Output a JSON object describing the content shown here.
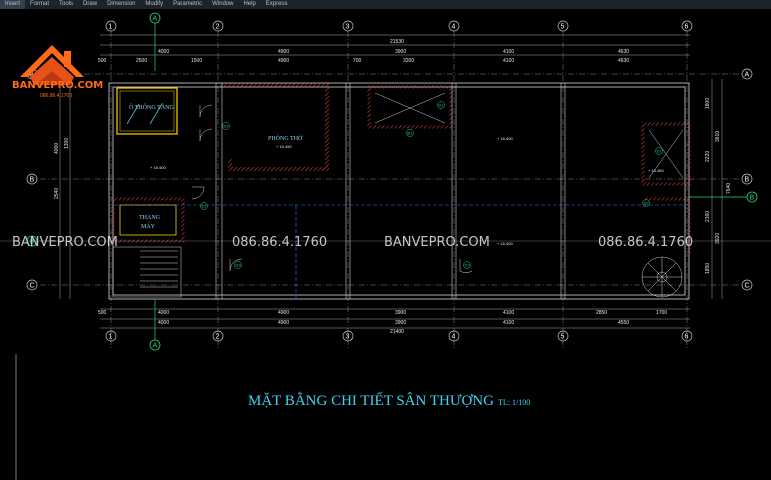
{
  "menu": [
    "Insert",
    "Format",
    "Tools",
    "Draw",
    "Dimension",
    "Modify",
    "Parametric",
    "Window",
    "Help",
    "Express"
  ],
  "grid": {
    "columns": [
      "1",
      "2",
      "3",
      "4",
      "5",
      "6"
    ],
    "rows": [
      "A",
      "B",
      "C"
    ],
    "extra_axis": "A"
  },
  "dims": {
    "overall_top": "21530",
    "top_row1": [
      "4000",
      "4900",
      "3900",
      "4100",
      "4630"
    ],
    "top_row2": [
      "500",
      "2500",
      "1500",
      "4900",
      "700",
      "3200",
      "4100",
      "4630"
    ],
    "bottom_row1": [
      "500",
      "4000",
      "4900",
      "3900",
      "4100",
      "2850",
      "1700"
    ],
    "bottom_row2": [
      "4000",
      "4900",
      "3900",
      "4100",
      "4550"
    ],
    "overall_bottom": "21400",
    "right_side": [
      "1800",
      "3610",
      "2220",
      "7640",
      "2160",
      "3920",
      "1850"
    ],
    "left_side": [
      "4000",
      "1300",
      "2540"
    ]
  },
  "rooms": {
    "shaft": "Ô THÔNG TẦNG",
    "worship": "PHÒNG THỜ",
    "elevator_line1": "THANG",
    "elevator_line2": "MÁY"
  },
  "elevations": [
    "+ 16.400",
    "+ 16.450",
    "+ 16.400",
    "+ 16.400",
    "+ 16.450"
  ],
  "tags": [
    "D2",
    "D1",
    "Đ1",
    "D2",
    "D3",
    "D3",
    "D1",
    "D1"
  ],
  "watermark": {
    "brand": "BANVEPRO.COM",
    "phone": "086.86.4.1760"
  },
  "logo": {
    "name": "BANVEPRO.COM",
    "phone": "086.86.4.1760"
  },
  "title": {
    "main": "MẶT BẰNG CHI TIẾT SÂN THƯỢNG",
    "scale": "TL: 1/100"
  },
  "colors": {
    "background": "#000000",
    "grid_line": "#c8c8c8",
    "wall": "#e05050",
    "wall_hatch": "#ff4040",
    "dim": "#e8e8e8",
    "title": "#3fd3f2",
    "logo": "#ff6a18",
    "blue_line": "#3a6cff",
    "green_arrow": "#2bd07a"
  }
}
